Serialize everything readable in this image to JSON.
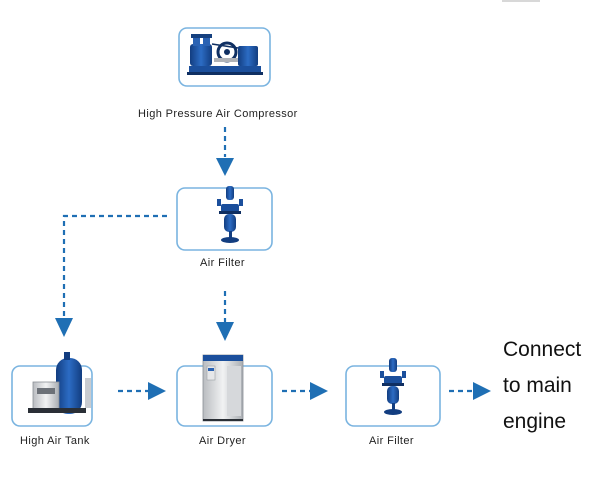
{
  "colors": {
    "box_border": "#7ab4e0",
    "arrow": "#1f6fb4",
    "equipment": "#1b4f9c"
  },
  "nodes": {
    "compressor": {
      "label": "High Pressure Air Compressor",
      "icon": "air-compressor-icon"
    },
    "filter_top": {
      "label": "Air Filter",
      "icon": "air-filter-icon"
    },
    "tank": {
      "label": "High Air Tank",
      "icon": "air-tank-icon"
    },
    "dryer": {
      "label": "Air Dryer",
      "icon": "air-dryer-icon"
    },
    "filter_right": {
      "label": "Air Filter",
      "icon": "air-filter-icon"
    }
  },
  "connect": {
    "lines": [
      "Connect",
      "to main",
      "engine"
    ]
  }
}
